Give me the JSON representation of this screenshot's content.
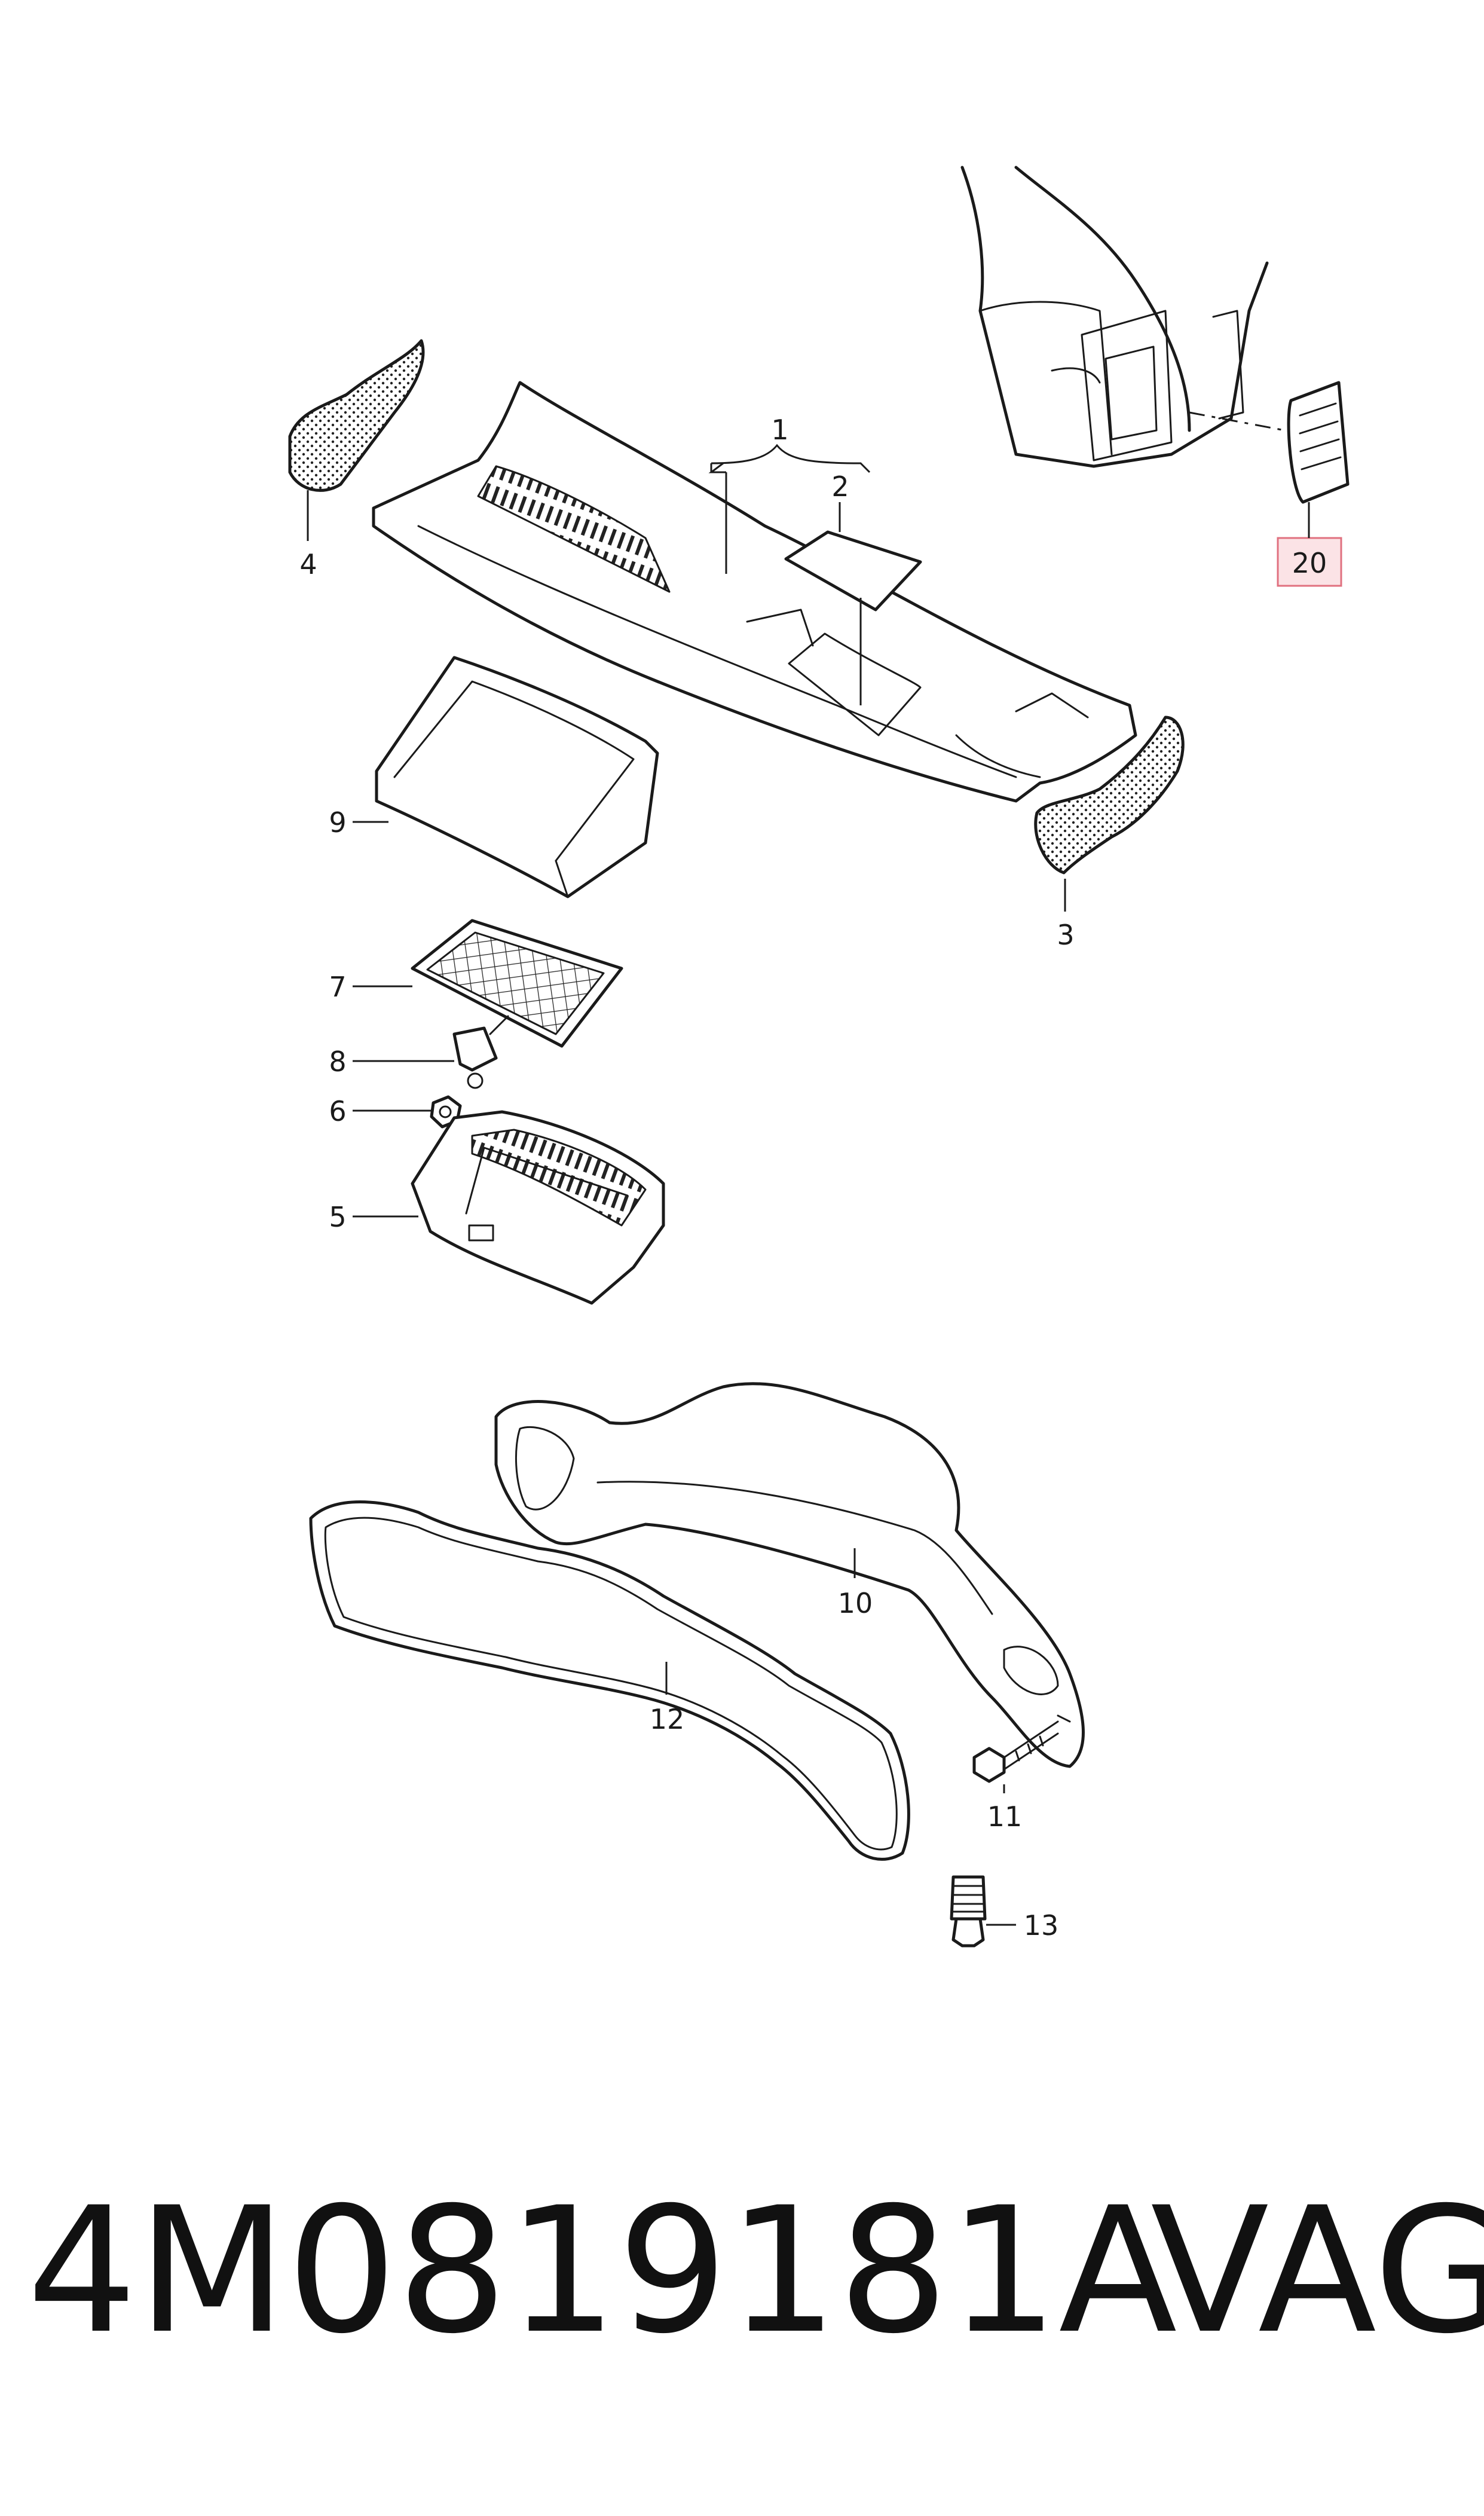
{
  "callouts": {
    "c1": "1",
    "c2": "2",
    "c3": "3",
    "c4": "4",
    "c5": "5",
    "c6": "6",
    "c7": "7",
    "c8": "8",
    "c9": "9",
    "c10": "10",
    "c11": "11",
    "c12": "12",
    "c13": "13",
    "c20": "20"
  },
  "highlight_color": "#fbe3e6",
  "footer": {
    "part_number": "4M0819181A",
    "brand": "VAG"
  }
}
